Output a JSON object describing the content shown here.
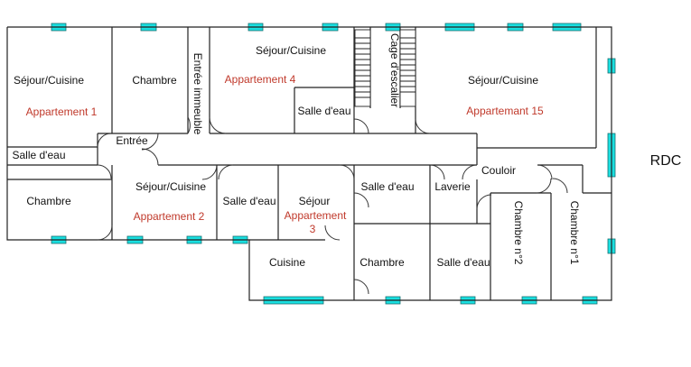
{
  "level": "RDC",
  "rooms": {
    "sejour_cuisine_1": "Séjour/Cuisine",
    "appartement_1": "Appartement 1",
    "chambre_nw": "Chambre",
    "entree_immeuble": "Entrée immeuble",
    "sejour_cuisine_4": "Séjour/Cuisine",
    "appartement_4": "Appartement 4",
    "salle_eau_4": "Salle d'eau",
    "cage_escalier": "Cage d'escalier",
    "sejour_cuisine_15": "Séjour/Cuisine",
    "appartement_15": "Appartemant 15",
    "entree": "Entrée",
    "salle_eau_1": "Salle d'eau",
    "chambre_1": "Chambre",
    "sejour_cuisine_2": "Séjour/Cuisine",
    "appartement_2": "Appartement 2",
    "salle_eau_2": "Salle d'eau",
    "sejour_3": "Séjour",
    "appartement_3_line1": "Appartement",
    "appartement_3_line2": "3",
    "salle_eau_3": "Salle d'eau",
    "laverie": "Laverie",
    "couloir": "Couloir",
    "chambre_n2": "Chambre n°2",
    "chambre_n1": "Chambre n°1",
    "cuisine_3": "Cuisine",
    "chambre_3": "Chambre",
    "salle_eau_15": "Salle d'eau"
  },
  "colors": {
    "walls": "#222222",
    "windows": "#19dfe0",
    "apartment_labels": "#c0392b"
  }
}
